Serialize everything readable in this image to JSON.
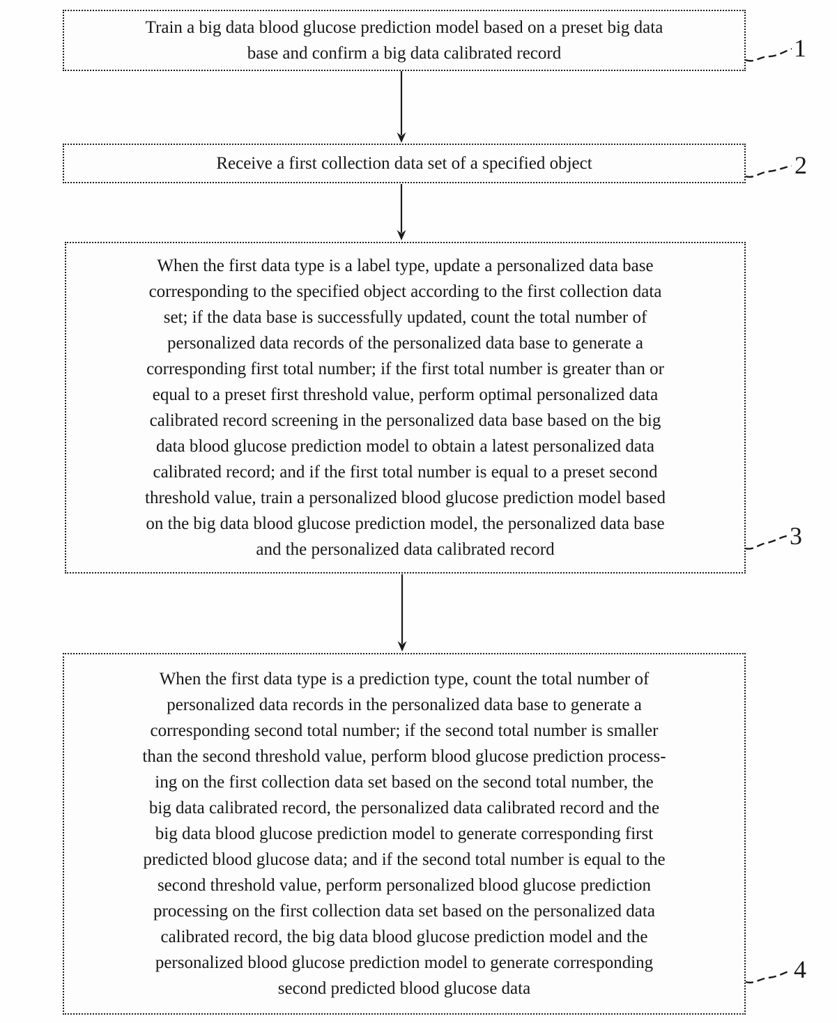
{
  "figure": {
    "background_color": "#fefefe",
    "ink_color": "#1a1a1a",
    "type": "flowchart"
  },
  "flowchart": {
    "boxes": [
      {
        "ref_label": "1",
        "text": "Train a big data blood glucose prediction model based on a preset big data\nbase and confirm a big data calibrated record"
      },
      {
        "ref_label": "2",
        "text": "Receive a first collection data set of a specified object"
      },
      {
        "ref_label": "3",
        "text": "When the first data type is a label type, update a personalized data base\ncorresponding to the specified object according to the first collection data\nset; if the data base is successfully updated, count the total number of\npersonalized data records of the personalized data base to generate a\ncorresponding first total number; if the first total number is greater than or\nequal to a preset first threshold value, perform optimal personalized data\ncalibrated record screening in the personalized data base based on the big\ndata blood glucose prediction model to obtain a latest personalized data\ncalibrated record; and if the first total number is equal to a preset second\nthreshold value, train a personalized blood glucose prediction model based\non the big data blood glucose prediction model, the personalized data base\nand the personalized data calibrated record"
      },
      {
        "ref_label": "4",
        "text": "When the first data type is a prediction type, count the total number of\npersonalized data records in the personalized data base to generate a\ncorresponding second total number; if the second total number is smaller\nthan the second threshold value, perform blood glucose prediction process-\ning on the first collection data set based on the second total number, the\nbig data calibrated record, the personalized data calibrated record and the\nbig data blood glucose prediction model to generate corresponding first\npredicted blood glucose data; and if the second total number is equal to the\nsecond threshold value, perform personalized blood glucose prediction\nprocessing on the first collection data set based on the personalized data\ncalibrated record, the big data blood glucose prediction model and the\npersonalized blood glucose prediction model to generate corresponding\nsecond predicted blood glucose data"
      }
    ]
  }
}
